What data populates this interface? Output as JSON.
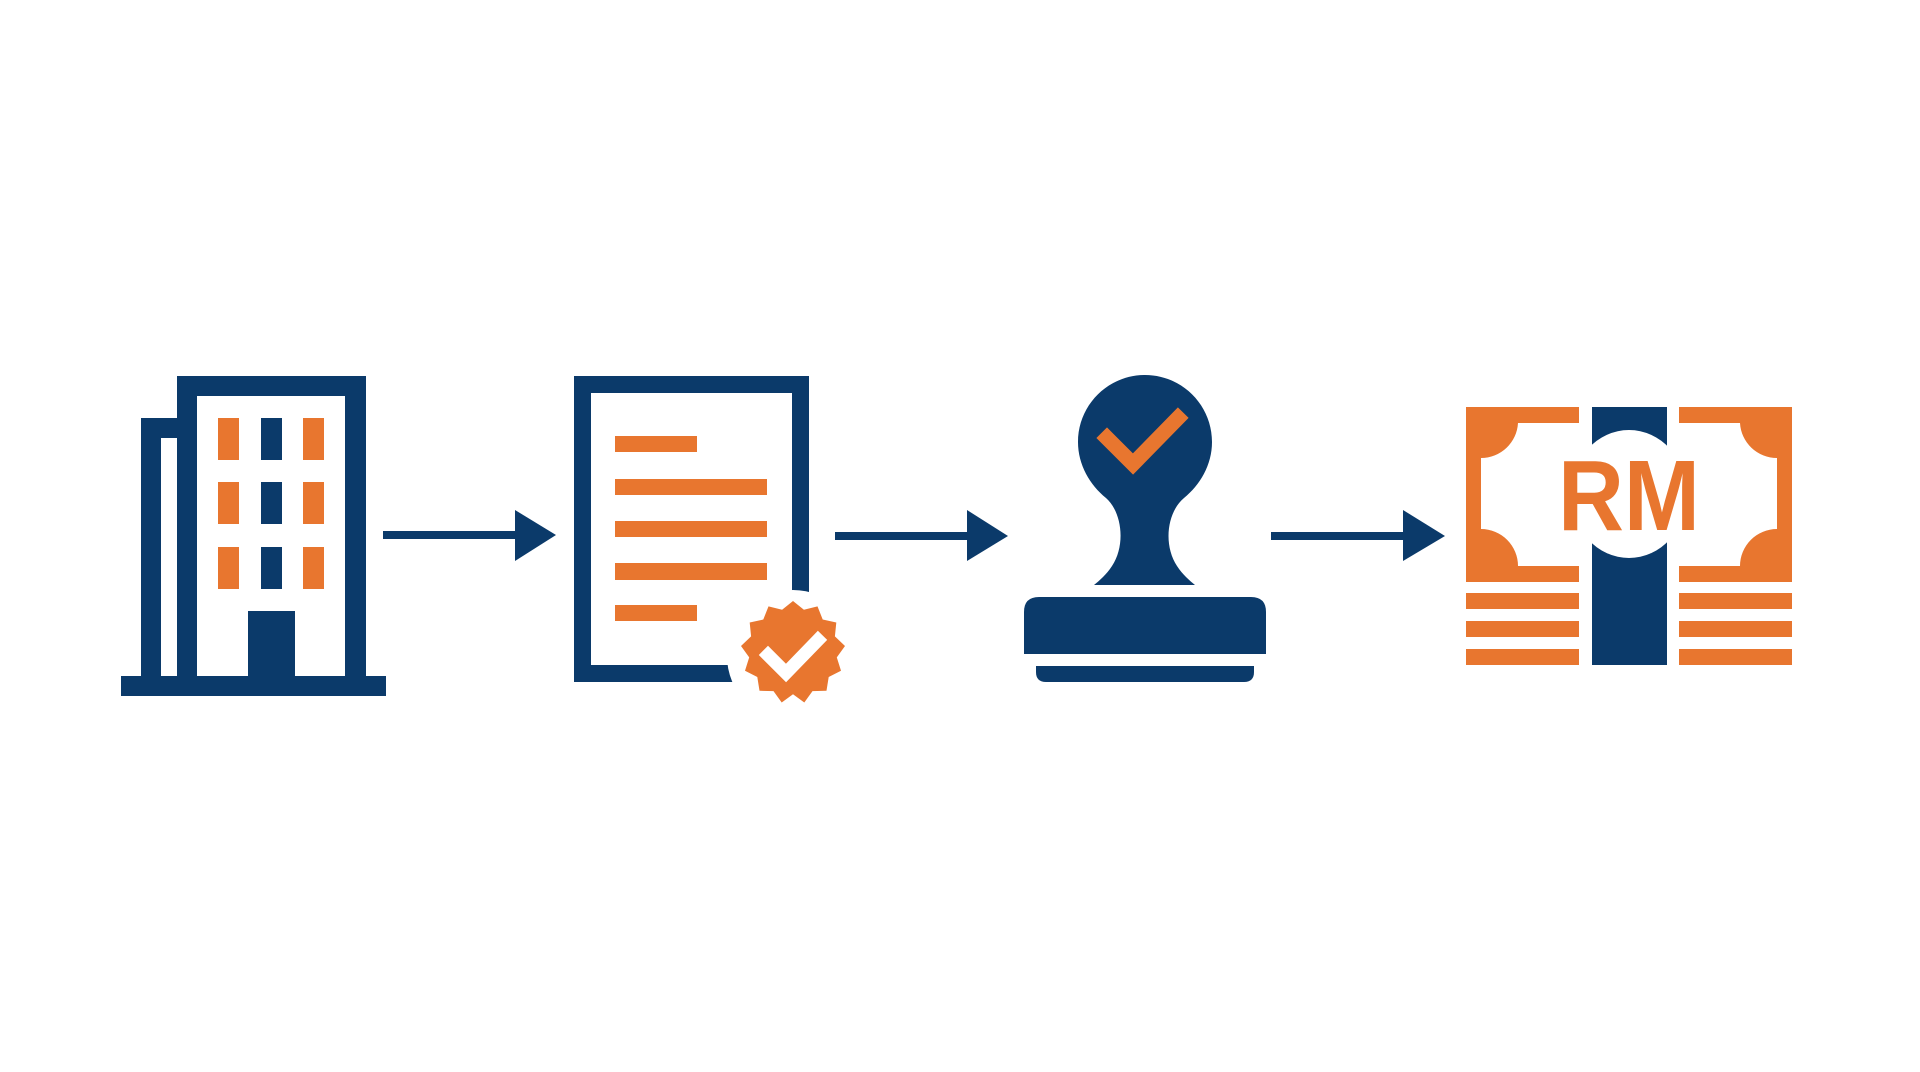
{
  "colors": {
    "navy": "#0B3A6A",
    "orange": "#E8762F",
    "background": "#FFFFFF"
  },
  "flow": {
    "steps": [
      {
        "id": "company",
        "icon": "office-building-icon"
      },
      {
        "id": "document",
        "icon": "verified-document-icon"
      },
      {
        "id": "approval",
        "icon": "rubber-stamp-check-icon"
      },
      {
        "id": "payment",
        "icon": "ringgit-banknotes-icon"
      }
    ],
    "connectors": [
      {
        "from": "company",
        "to": "document",
        "icon": "arrow-right-icon"
      },
      {
        "from": "document",
        "to": "approval",
        "icon": "arrow-right-icon"
      },
      {
        "from": "approval",
        "to": "payment",
        "icon": "arrow-right-icon"
      }
    ]
  },
  "payment": {
    "currency_label": "RM"
  }
}
